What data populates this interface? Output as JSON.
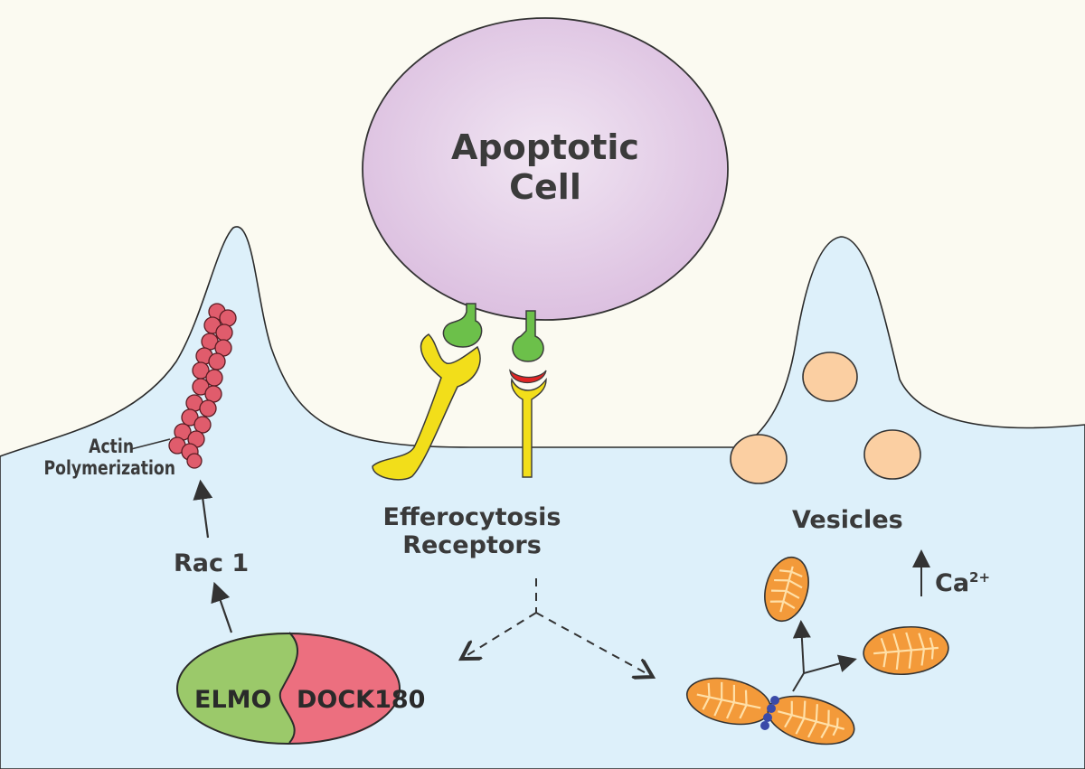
{
  "labels": {
    "apoptotic_cell": {
      "line1": "Apoptotic",
      "line2": "Cell"
    },
    "actin": {
      "line1": "Actin",
      "line2": "Polymerization"
    },
    "rac1": "Rac 1",
    "elmo": "ELMO",
    "dock": "DOCK",
    "dock_suffix": "180",
    "receptors": {
      "line1": "Efferocytosis",
      "line2": "Receptors"
    },
    "vesicles": "Vesicles",
    "calcium": {
      "base": "Ca",
      "superscript": "2+"
    }
  },
  "colors": {
    "background": "#fbfaf1",
    "cytoplasm": "#ddf0fa",
    "apoptotic_cell": "#e8d3ea",
    "elmo": "#9bc96a",
    "dock": "#ec6f7f",
    "actin": "#e05c6c",
    "receptor": "#f2de1a",
    "ligand": "#6cc04a",
    "bridge": "#e02424",
    "vesicle": "#fbcfa2",
    "mitochondria": "#f39a3a",
    "fission_dots": "#3a4aa8"
  }
}
